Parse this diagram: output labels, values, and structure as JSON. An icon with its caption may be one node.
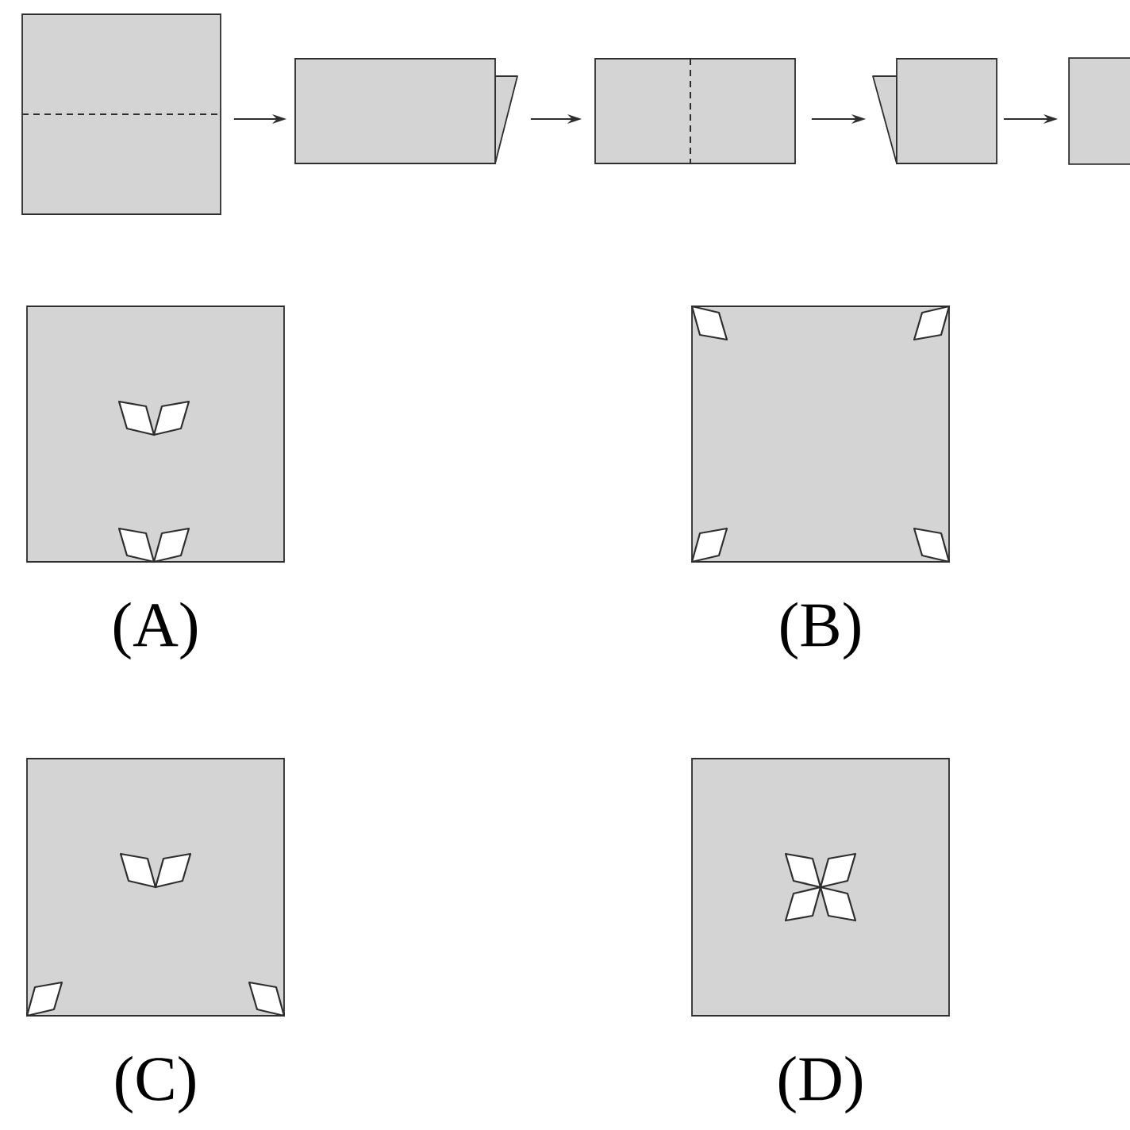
{
  "diagram": {
    "nodes": [
      {
        "text": [],
        "shape": "box"
      },
      {
        "text": [],
        "shape": "box"
      },
      {
        "text": [],
        "shape": "box"
      },
      {
        "text": [],
        "shape": "box"
      },
      {
        "text": [],
        "shape": "box"
      },
      {
        "text": [],
        "shape": "box",
        "beside": [
          "(A)"
        ]
      },
      {
        "text": [],
        "shape": "box",
        "beside": [
          "(B)"
        ]
      },
      {
        "text": [],
        "shape": "box",
        "beside": [
          "(C)"
        ]
      },
      {
        "text": [],
        "shape": "box",
        "beside": [
          "(D)"
        ]
      }
    ],
    "edges": [
      {
        "from": 0,
        "to": 1,
        "arrow": "to"
      },
      {
        "from": 1,
        "to": 2,
        "arrow": "to"
      },
      {
        "from": 2,
        "to": 3,
        "arrow": "to"
      },
      {
        "from": 3,
        "to": 4,
        "arrow": "to"
      }
    ]
  }
}
